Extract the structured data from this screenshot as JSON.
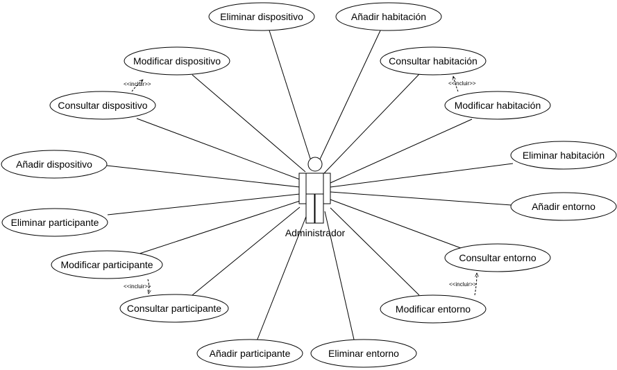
{
  "actor": {
    "name": "Administrador"
  },
  "use_cases": {
    "eliminar_dispositivo": "Eliminar dispositivo",
    "anadir_habitacion": "Añadir habitación",
    "modificar_dispositivo": "Modificar dispositivo",
    "consultar_habitacion": "Consultar habitación",
    "consultar_dispositivo": "Consultar dispositivo",
    "modificar_habitacion": "Modificar habitación",
    "eliminar_habitacion": "Eliminar habitación",
    "anadir_dispositivo": "Añadir dispositivo",
    "anadir_entorno": "Añadir entorno",
    "eliminar_participante": "Eliminar participante",
    "consultar_entorno": "Consultar entorno",
    "modificar_participante": "Modificar participante",
    "modificar_entorno": "Modificar entorno",
    "consultar_participante": "Consultar participante",
    "anadir_participante": "Añadir participante",
    "eliminar_entorno": "Eliminar entorno"
  },
  "relations": {
    "include_dispositivo": "<<incluir>>",
    "include_habitacion": "<<incluir>>",
    "include_participante": "<<incluir>>",
    "include_entorno": "<<incluir>>"
  }
}
